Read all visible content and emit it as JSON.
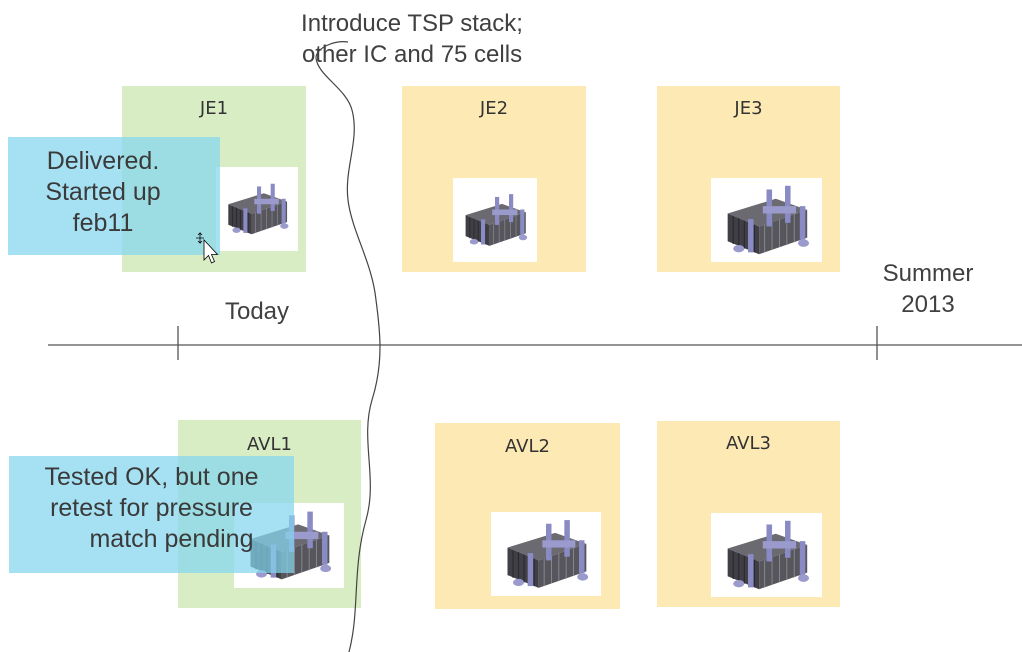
{
  "header_text": [
    "Introduce TSP stack;",
    "other IC and 75 cells"
  ],
  "today_label": "Today",
  "end_label": [
    "Summer",
    "2013"
  ],
  "top_row": [
    {
      "label": "JE1",
      "status": "green"
    },
    {
      "label": "JE2",
      "status": "yellow"
    },
    {
      "label": "JE3",
      "status": "yellow"
    }
  ],
  "bottom_row": [
    {
      "label": "AVL1",
      "status": "green"
    },
    {
      "label": "AVL2",
      "status": "yellow"
    },
    {
      "label": "AVL3",
      "status": "yellow"
    }
  ],
  "notes": {
    "je1": [
      "Delivered.",
      "Started up",
      "feb11"
    ],
    "avl1": [
      "Tested OK, but one",
      "retest for pressure",
      "match pending"
    ]
  },
  "colors": {
    "done": "#d9edc5",
    "pending": "#fde9b4",
    "note": "#84d6ee",
    "timeline": "#555555"
  },
  "icons": {
    "stack": "fuel-cell-stack-icon",
    "cursor": "move-cursor-icon"
  }
}
